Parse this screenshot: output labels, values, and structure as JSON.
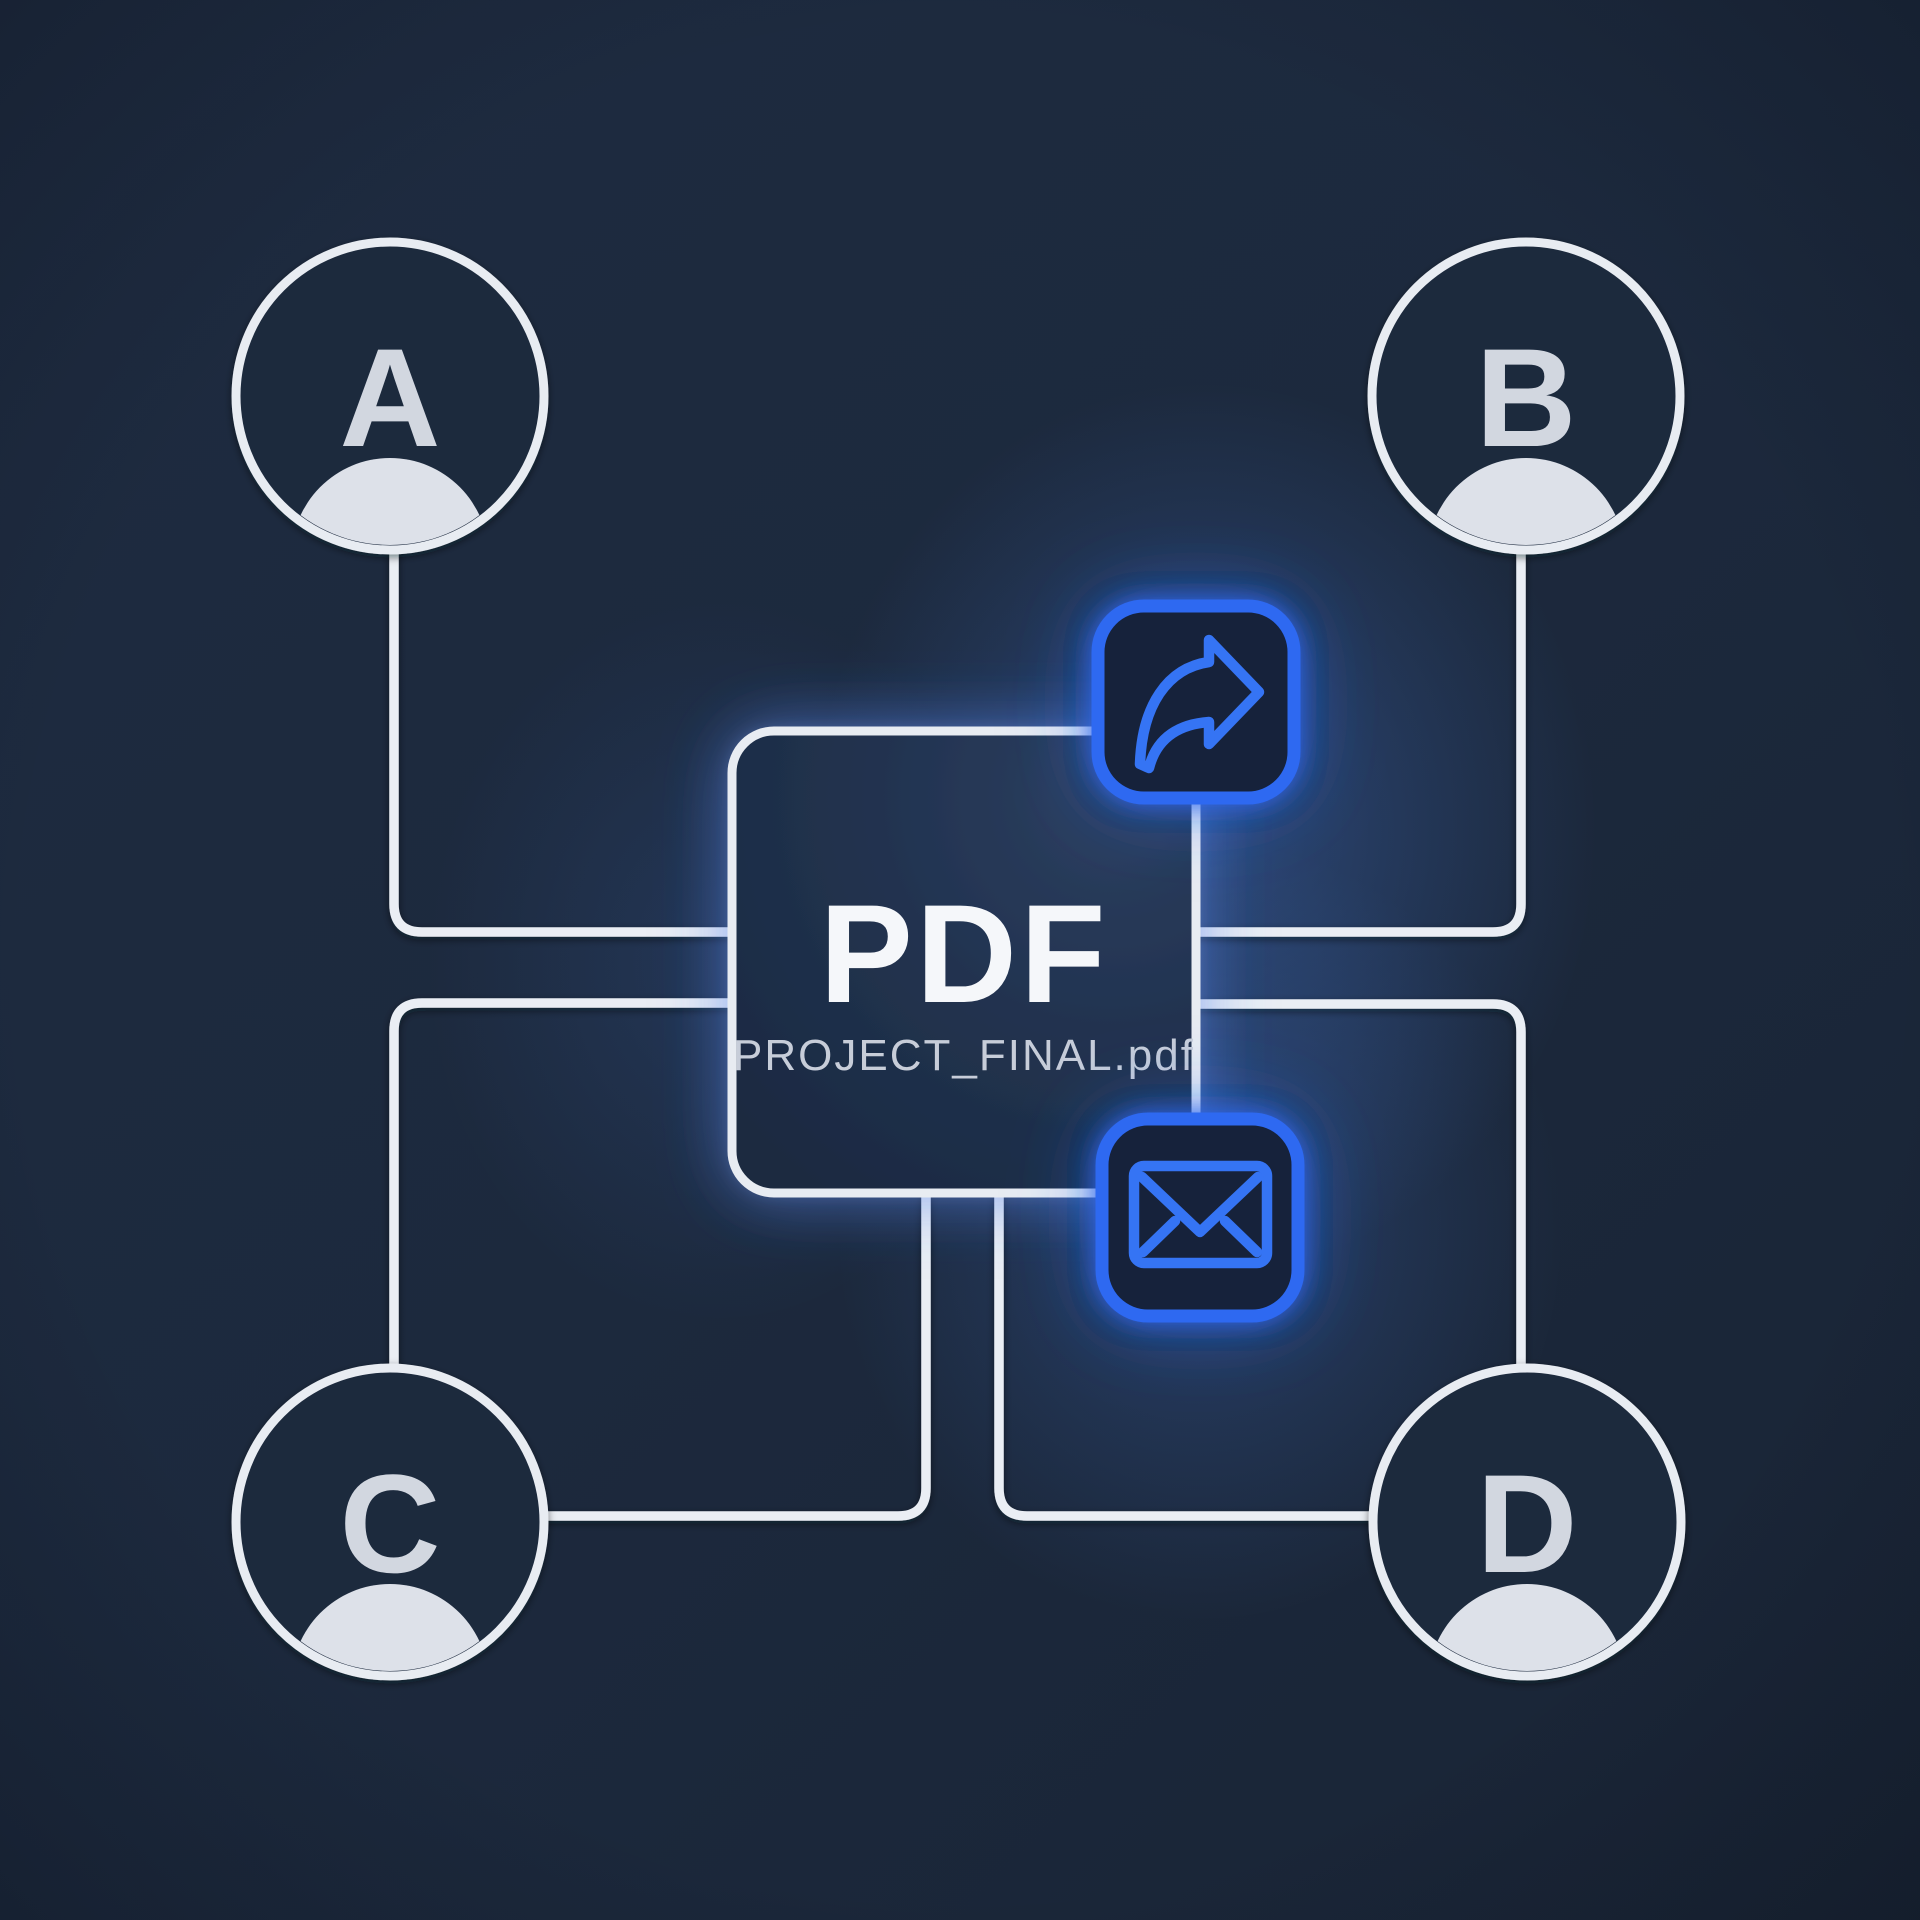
{
  "diagram": {
    "document": {
      "type_label": "PDF",
      "filename": "PROJECT_FINAL.pdf"
    },
    "users": [
      {
        "label": "A"
      },
      {
        "label": "B"
      },
      {
        "label": "C"
      },
      {
        "label": "D"
      }
    ],
    "actions": [
      {
        "name": "share",
        "icon": "share-forward-arrow-icon"
      },
      {
        "name": "email",
        "icon": "envelope-icon"
      }
    ],
    "colors": {
      "background": "#1d2a3e",
      "card_fill": "#203049",
      "stroke_white": "#eaeef4",
      "accent_blue": "#2d69f1",
      "glow_blue": "#3b76e8",
      "text_primary": "#f5f7fa",
      "text_secondary": "#c7cdd9",
      "avatar_gray": "#dde1e9"
    }
  }
}
